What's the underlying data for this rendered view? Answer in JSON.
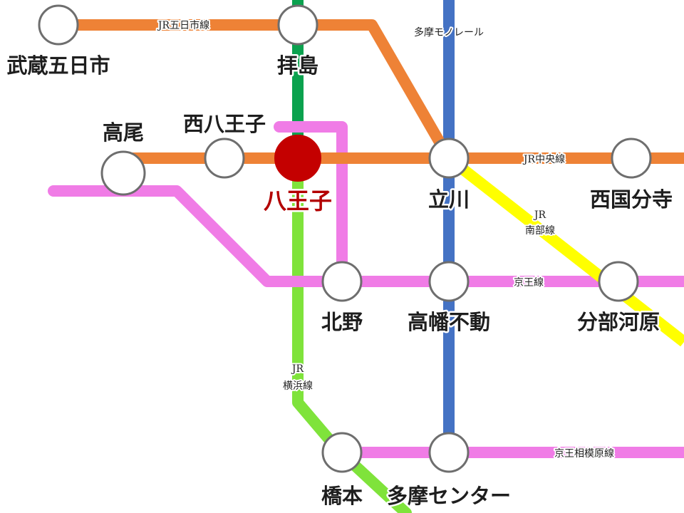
{
  "colors": {
    "chuo": "#ee8236",
    "itsukaichi": "#ee8236",
    "hachiko": "#0aa24e",
    "monorail": "#4472c4",
    "keio": "#f07ce6",
    "nambu": "#ffff00",
    "yokohama": "#7fe33b",
    "sagamihara": "#f07ce6",
    "hachioji_station": "#c40000"
  },
  "lines": {
    "itsukaichi": "JR五日市線",
    "chuo": "JR中央線",
    "monorail": "多摩モノレール",
    "nambu": [
      "JR",
      "南部線"
    ],
    "keio": "京王線",
    "yokohama": [
      "JR",
      "横浜線"
    ],
    "sagamihara": "京王相模原線"
  },
  "stations": {
    "musashi_itsukaichi": "武蔵五日市",
    "haijima": "拝島",
    "takao": "高尾",
    "nishi_hachioji": "西八王子",
    "hachioji": "八王子",
    "tachikawa": "立川",
    "nishi_kokubunji": "西国分寺",
    "kitano": "北野",
    "takahata_fudo": "高幡不動",
    "bubaigawara": "分部河原",
    "hashimoto": "橋本",
    "tama_center": "多摩センター"
  }
}
